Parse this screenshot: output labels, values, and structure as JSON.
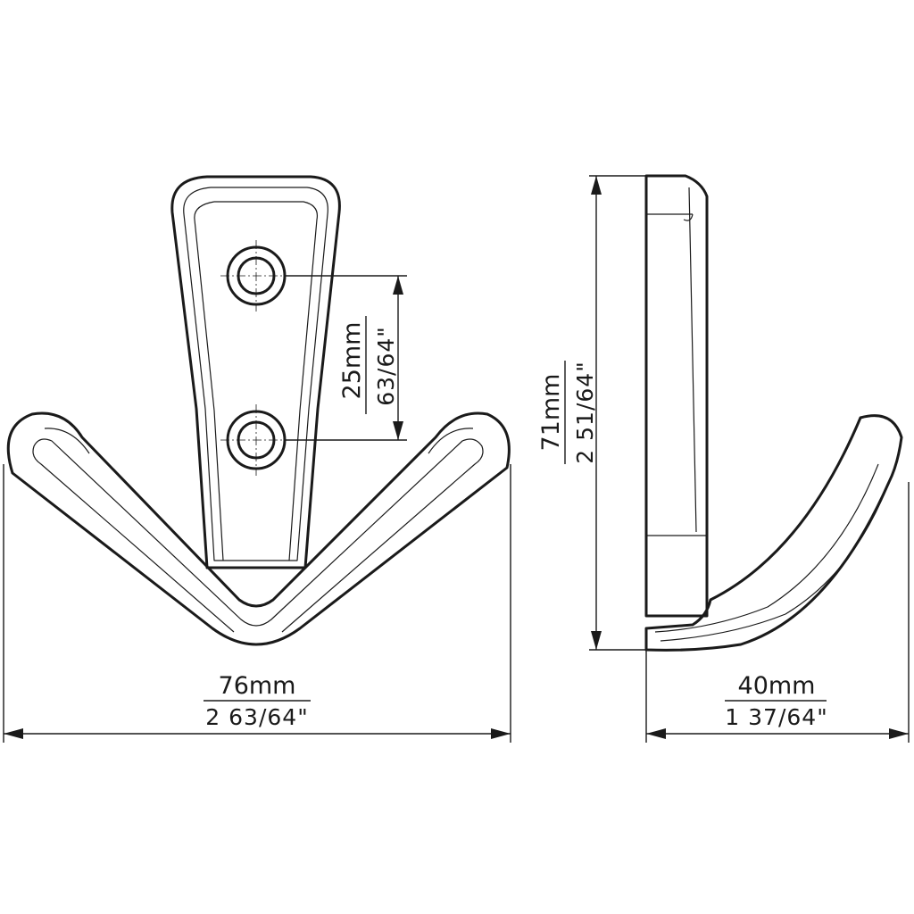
{
  "dimensions": {
    "width_front": {
      "metric": "76mm",
      "imperial": "2 63/64\""
    },
    "hole_spacing": {
      "metric": "25mm",
      "imperial": "63/64\""
    },
    "height": {
      "metric": "71mm",
      "imperial": "2 51/64\""
    },
    "depth": {
      "metric": "40mm",
      "imperial": "1 37/64\""
    }
  },
  "colors": {
    "line": "#1a1a1a",
    "background": "#ffffff"
  }
}
